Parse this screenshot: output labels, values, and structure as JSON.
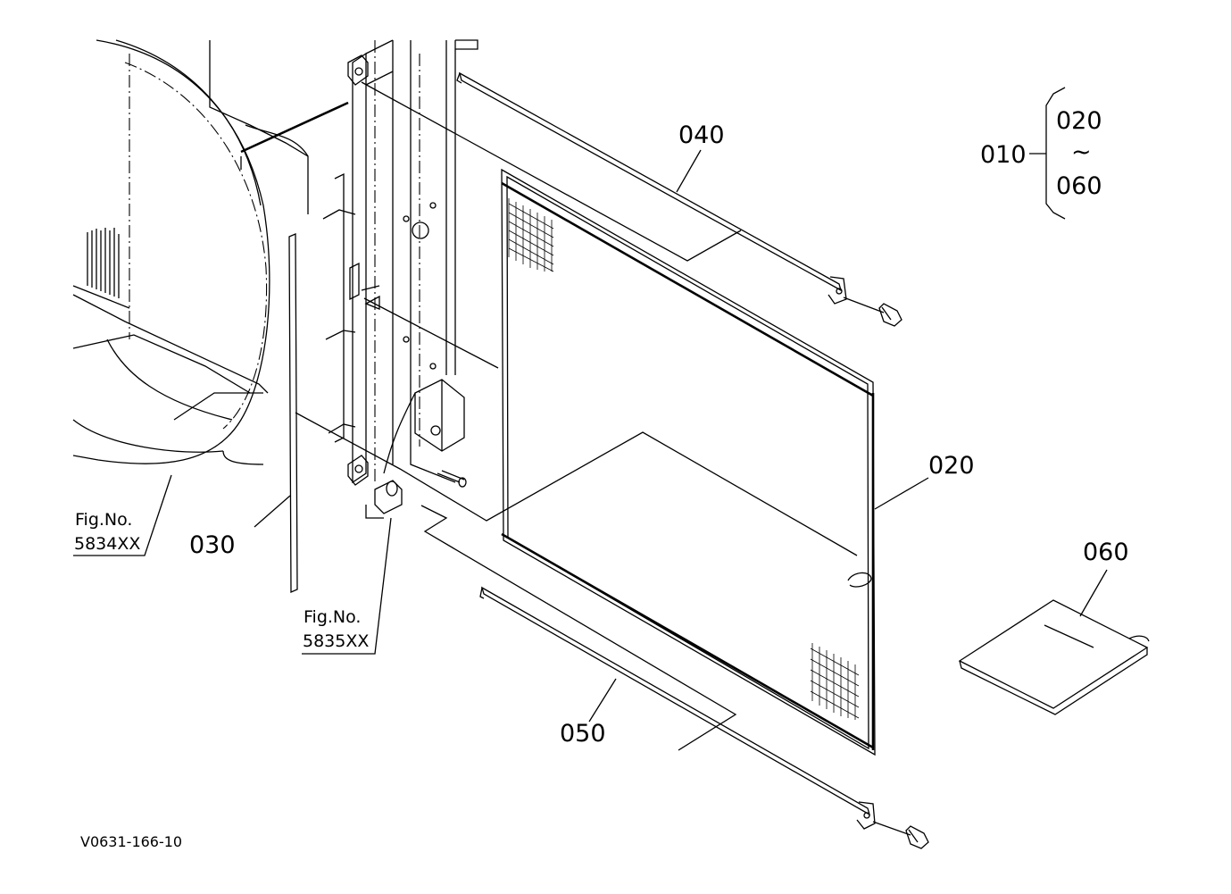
{
  "labels": {
    "p040": "040",
    "p020": "020",
    "p030": "030",
    "p050": "050",
    "p060": "060",
    "p010": "010",
    "range_top": "020",
    "range_sep": "~",
    "range_bottom": "060",
    "fig1_line1": "Fig.No.",
    "fig1_line2": "5834XX",
    "fig2_line1": "Fig.No.",
    "fig2_line2": "5835XX",
    "drawing_code": "V0631-166-10"
  }
}
